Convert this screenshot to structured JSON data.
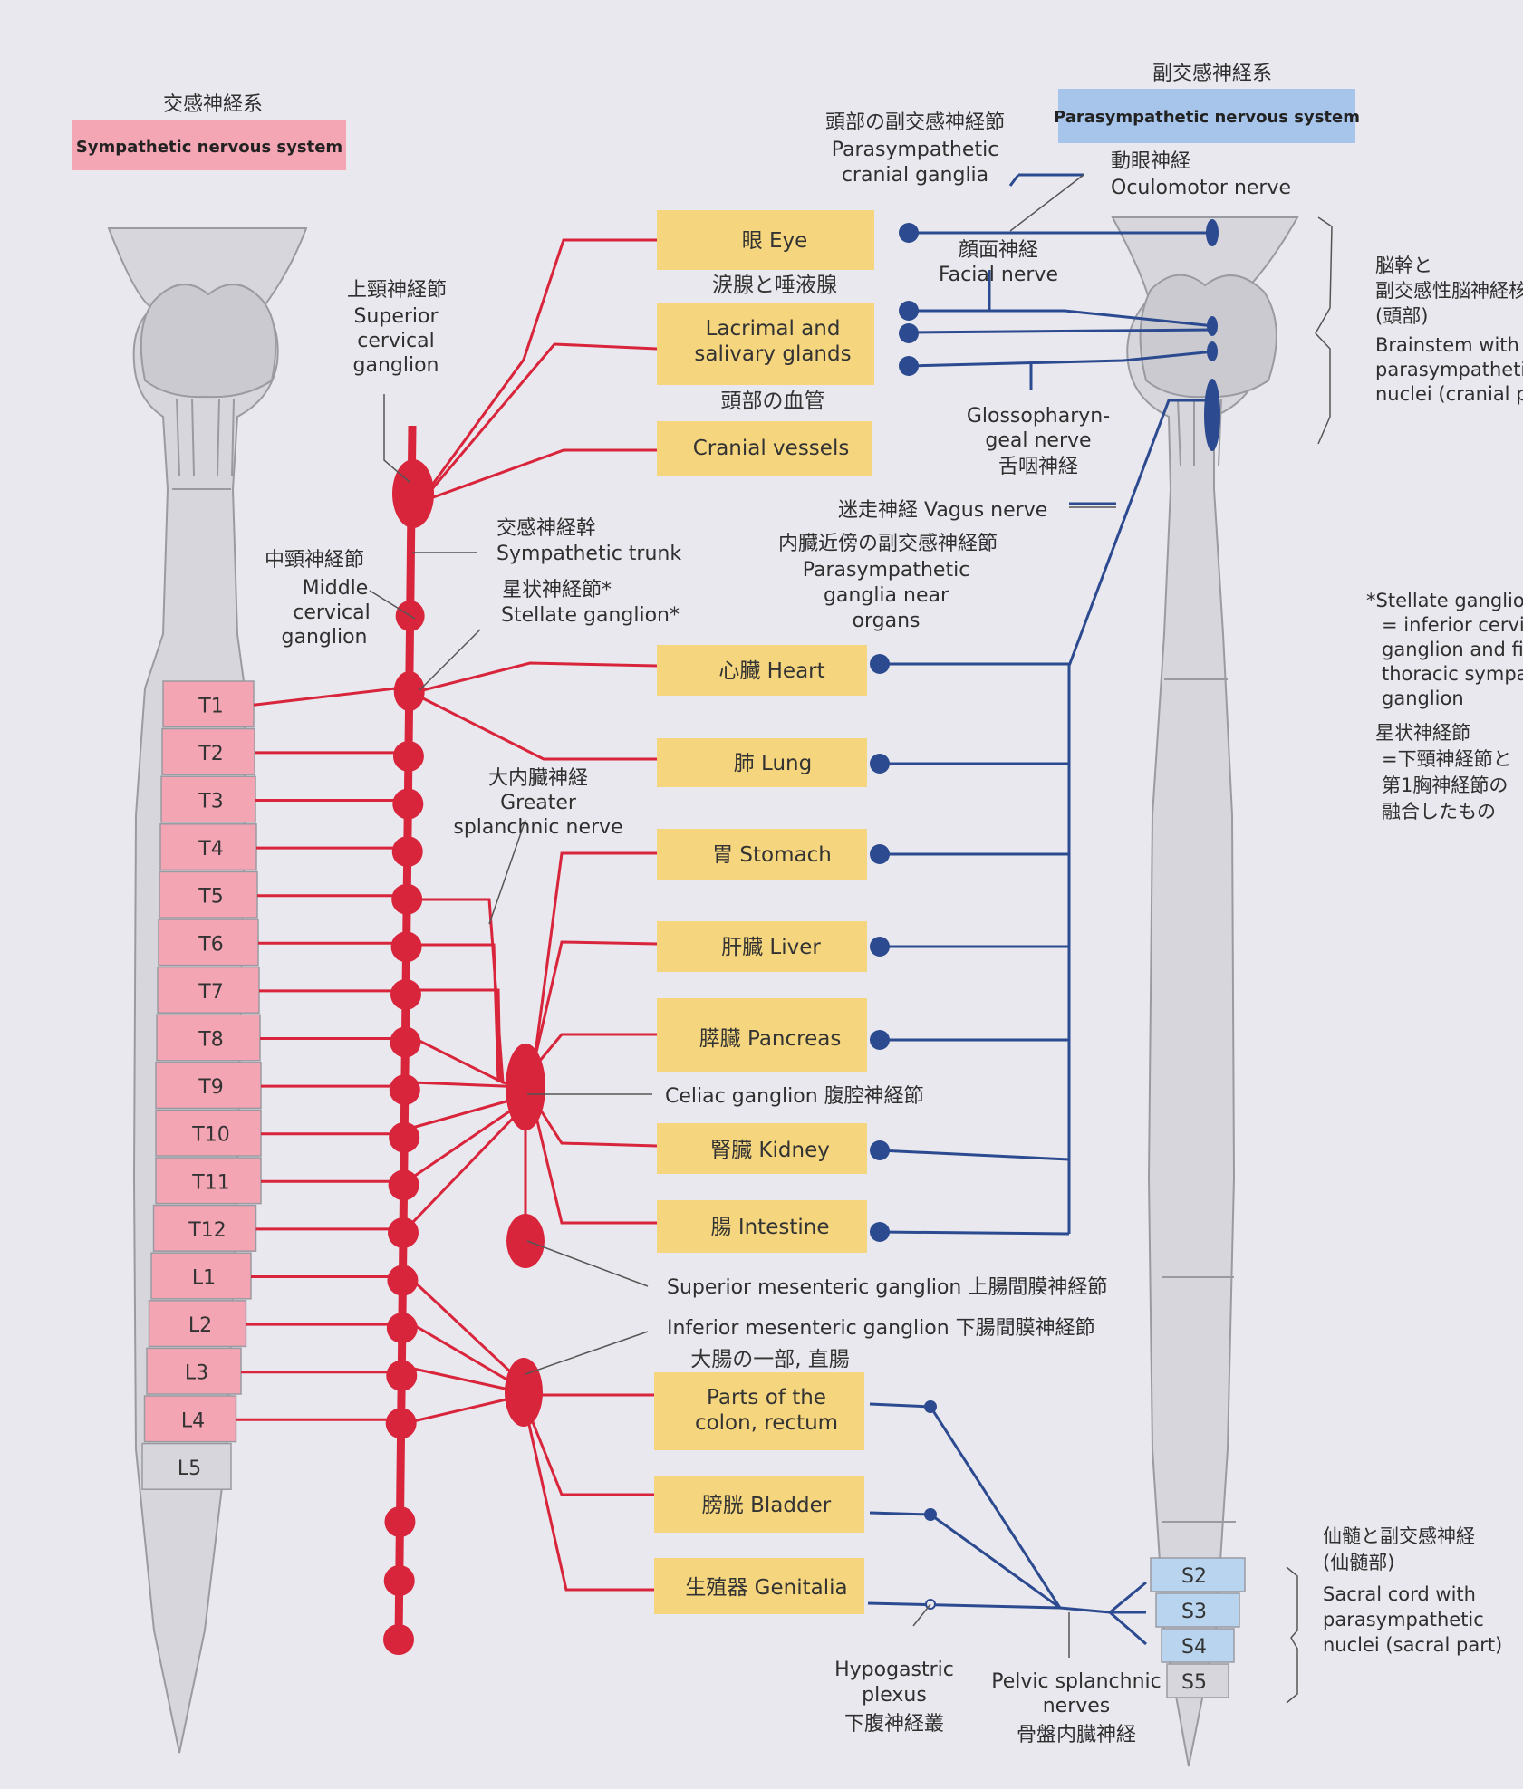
{
  "sympathetic": {
    "title_jp": "交感神経系",
    "title_en": "Sympathetic nervous system",
    "color": "#f4a6b4"
  },
  "parasympathetic": {
    "title_jp": "副交感神経系",
    "title_en": "Parasympathetic nervous system",
    "color": "#a7c5ea"
  },
  "colors": {
    "sympathetic_nerve": "#d9253b",
    "parasympathetic_nerve": "#2c4a8f",
    "organ_box": "#f5d67e",
    "spinal_segment": "#f3a5b3",
    "sacral_segment": "#b9d4ef"
  },
  "labels": {
    "superior_cervical_jp": "上頸神経節",
    "superior_cervical_1": "Superior",
    "superior_cervical_2": "cervical",
    "superior_cervical_3": "ganglion",
    "middle_cervical_jp": "中頸神経節",
    "middle_cervical_1": "Middle",
    "middle_cervical_2": "cervical",
    "middle_cervical_3": "ganglion",
    "sympathetic_trunk_jp": "交感神経幹",
    "sympathetic_trunk_en": "Sympathetic trunk",
    "stellate_jp": "星状神経節*",
    "stellate_en": "Stellate ganglion*",
    "greater_splanchnic_jp": "大内臓神経",
    "greater_splanchnic_1": "Greater",
    "greater_splanchnic_2": "splanchnic nerve",
    "celiac": "Celiac ganglion 腹腔神経節",
    "superior_mesenteric": "Superior mesenteric ganglion 上腸間膜神経節",
    "inferior_mesenteric": "Inferior mesenteric ganglion 下腸間膜神経節",
    "cranial_ganglia_jp": "頭部の副交感神経節",
    "cranial_ganglia_1": "Parasympathetic",
    "cranial_ganglia_2": "cranial ganglia",
    "oculomotor_jp": "動眼神経",
    "oculomotor_en": "Oculomotor nerve",
    "facial_jp": "顔面神経",
    "facial_en": "Facial nerve",
    "glosso_1": "Glossopharyn-",
    "glosso_2": "geal nerve",
    "glosso_jp": "舌咽神経",
    "vagus": "迷走神経 Vagus nerve",
    "near_organs_jp": "内臓近傍の副交感神経節",
    "near_organs_1": "Parasympathetic",
    "near_organs_2": "ganglia near",
    "near_organs_3": "organs",
    "brainstem_jp1": "脳幹と",
    "brainstem_jp2": "副交感性脳神経核",
    "brainstem_jp3": "(頭部)",
    "brainstem_en1": "Brainstem with",
    "brainstem_en2": "parasympathetic",
    "brainstem_en3": "nuclei (cranial part)",
    "stellate_note_1": "*Stellate ganglion",
    "stellate_note_2": "= inferior cervical",
    "stellate_note_3": "ganglion and first",
    "stellate_note_4": "thoracic sympathetic",
    "stellate_note_5": "ganglion",
    "stellate_note_jp1": "星状神経節",
    "stellate_note_jp2": "=下頸神経節と",
    "stellate_note_jp3": "第1胸神経節の",
    "stellate_note_jp4": "融合したもの",
    "sacral_jp1": "仙髄と副交感神経",
    "sacral_jp2": "(仙髄部)",
    "sacral_en1": "Sacral cord with",
    "sacral_en2": "parasympathetic",
    "sacral_en3": "nuclei (sacral part)",
    "hypogastric_1": "Hypogastric",
    "hypogastric_2": "plexus",
    "hypogastric_jp": "下腹神経叢",
    "pelvic_1": "Pelvic splanchnic",
    "pelvic_2": "nerves",
    "pelvic_jp": "骨盤内臓神経"
  },
  "organs": [
    {
      "label": "眼 Eye"
    },
    {
      "label_jp": "涙腺と唾液腺",
      "label_1": "Lacrimal and",
      "label_2": "salivary glands"
    },
    {
      "label_jp": "頭部の血管",
      "label": "Cranial vessels"
    },
    {
      "label": "心臓 Heart"
    },
    {
      "label": "肺 Lung"
    },
    {
      "label": "胃 Stomach"
    },
    {
      "label": "肝臓 Liver"
    },
    {
      "label": "膵臓 Pancreas"
    },
    {
      "label": "腎臓 Kidney"
    },
    {
      "label": "腸 Intestine"
    },
    {
      "label_jp": "大腸の一部, 直腸",
      "label_1": "Parts of the",
      "label_2": "colon, rectum"
    },
    {
      "label": "膀胱 Bladder"
    },
    {
      "label": "生殖器 Genitalia"
    }
  ],
  "spinal_segments": [
    "T1",
    "T2",
    "T3",
    "T4",
    "T5",
    "T6",
    "T7",
    "T8",
    "T9",
    "T10",
    "T11",
    "T12",
    "L1",
    "L2",
    "L3",
    "L4",
    "L5"
  ],
  "sacral_segments": [
    "S2",
    "S3",
    "S4",
    "S5"
  ]
}
